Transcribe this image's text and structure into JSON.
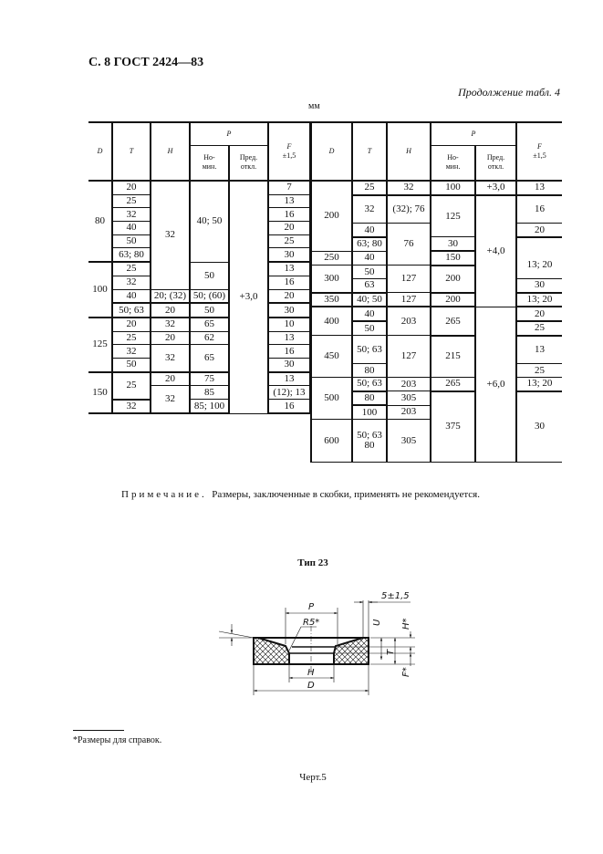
{
  "header": "С. 8 ГОСТ 2424—83",
  "continuation": "Продолжение табл. 4",
  "units": "мм",
  "columns": {
    "D": "D",
    "T": "T",
    "H": "H",
    "P": "P",
    "nom": "Но-\nмин.",
    "dev": "Пред.\nоткл.",
    "F": "F",
    "F_tol": "±1,5"
  },
  "L": [
    "80",
    "20",
    "32",
    "40; 50",
    "+3,0",
    "7",
    "25",
    "13",
    "32",
    "16",
    "40",
    "20",
    "50",
    "25",
    "63; 80",
    "30",
    "100",
    "25",
    "50",
    "13",
    "32",
    "16",
    "40",
    "20; (32)",
    "50; (60)",
    "20",
    "50; 63",
    "20",
    "50",
    "30",
    "125",
    "20",
    "32",
    "65",
    "10",
    "25",
    "20",
    "62",
    "13",
    "32",
    "32",
    "65",
    "16",
    "50",
    "30",
    "150",
    "25",
    "20",
    "75",
    "13",
    "32",
    "85",
    "(12); 13",
    "32",
    "85; 100",
    "16"
  ],
  "R": [
    "200",
    "25",
    "32",
    "100",
    "+3,0",
    "13",
    "32",
    "(32); 76",
    "125",
    "+4,0",
    "16",
    "40",
    "76",
    "20",
    "63; 80",
    "30",
    "250",
    "40",
    "150",
    "13; 20",
    "300",
    "127",
    "200",
    "50",
    "63",
    "30",
    "350",
    "40; 50",
    "127",
    "200",
    "13; 20",
    "400",
    "40",
    "203",
    "265",
    "+6,0",
    "20",
    "50",
    "25",
    "450",
    "50; 63",
    "127",
    "215",
    "13",
    "80",
    "25",
    "500",
    "50; 63",
    "203",
    "265",
    "13; 20",
    "80",
    "305",
    "375",
    "30",
    "100",
    "203",
    "600",
    "50; 63 80",
    "305"
  ],
  "note": {
    "label": "Примечание.",
    "text": "Размеры, заключенные в скобки, применять не рекомендуется."
  },
  "figure": {
    "title": "Тип 23",
    "labels": {
      "P": "P",
      "R5": "R5*",
      "H": "H",
      "D": "D",
      "S": "5±1,5",
      "U": "U",
      "T": "T",
      "Hs": "H*",
      "Fs": "F*"
    },
    "caption": "Черт.5"
  },
  "footnote": "*Размеры для справок."
}
